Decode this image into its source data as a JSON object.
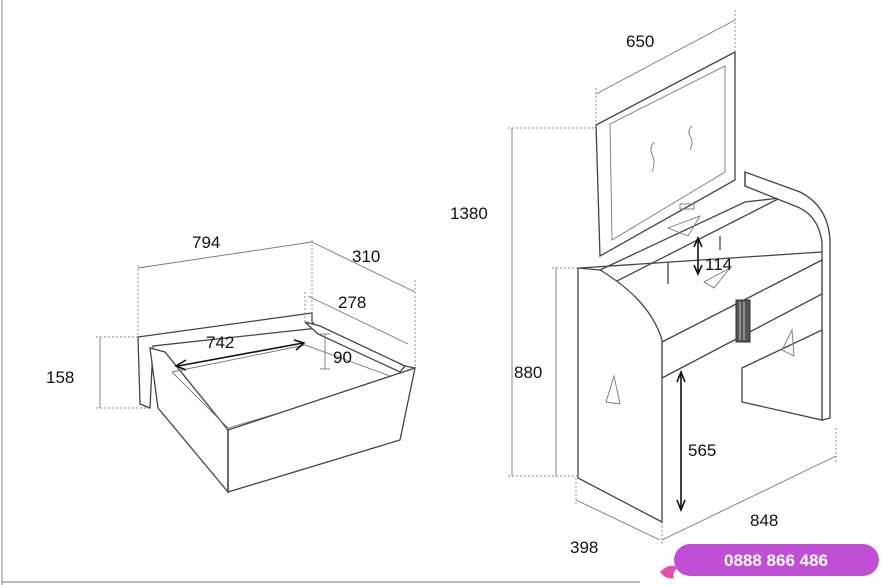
{
  "drawer_dimensions": {
    "width": "794",
    "depth": "310",
    "inner_depth": "278",
    "inner_width": "742",
    "inner_height": "90",
    "height": "158"
  },
  "table_dimensions": {
    "mirror_width": "650",
    "total_height": "1380",
    "mirror_gap": "114",
    "table_height": "880",
    "leg_clearance": "565",
    "depth": "398",
    "width": "848"
  },
  "contact": {
    "phone": "0888 866 486",
    "badge_color": "#c04fd6"
  },
  "colors": {
    "line": "#444444",
    "arrow": "#111111",
    "background": "#ffffff"
  }
}
